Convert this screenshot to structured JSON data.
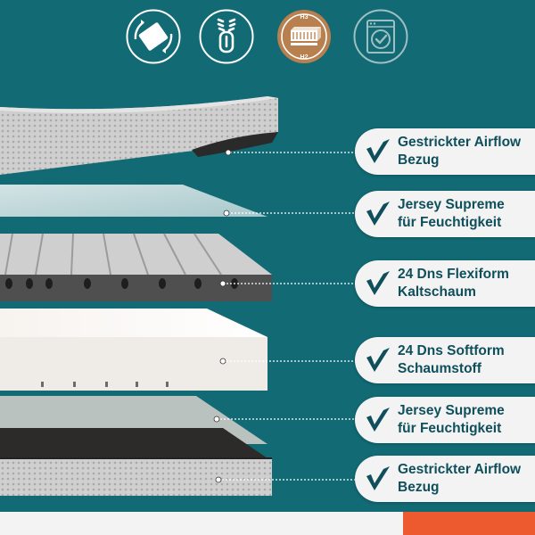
{
  "colors": {
    "background": "#116a74",
    "label_text": "#0f4f5c",
    "label_bg": "#f3f3f3",
    "accent": "#ee5a2f"
  },
  "feature_icons": [
    {
      "icon": "flip-mattress-icon"
    },
    {
      "icon": "zipper-icon"
    },
    {
      "icon": "hardness-h2-h3-icon",
      "top_text": "H3",
      "bottom_text": "H2",
      "active": true
    },
    {
      "icon": "washing-machine-icon"
    }
  ],
  "layers": [
    {
      "line1": "Gestrickter Airflow",
      "line2": "Bezug"
    },
    {
      "line1": "Jersey Supreme",
      "line2": "für Feuchtigkeit"
    },
    {
      "line1": "24 Dns Flexiform",
      "line2": "Kaltschaum"
    },
    {
      "line1": "24 Dns Softform",
      "line2": "Schaumstoff"
    },
    {
      "line1": "Jersey Supreme",
      "line2": "für Feuchtigkeit"
    },
    {
      "line1": "Gestrickter Airflow",
      "line2": "Bezug"
    }
  ]
}
